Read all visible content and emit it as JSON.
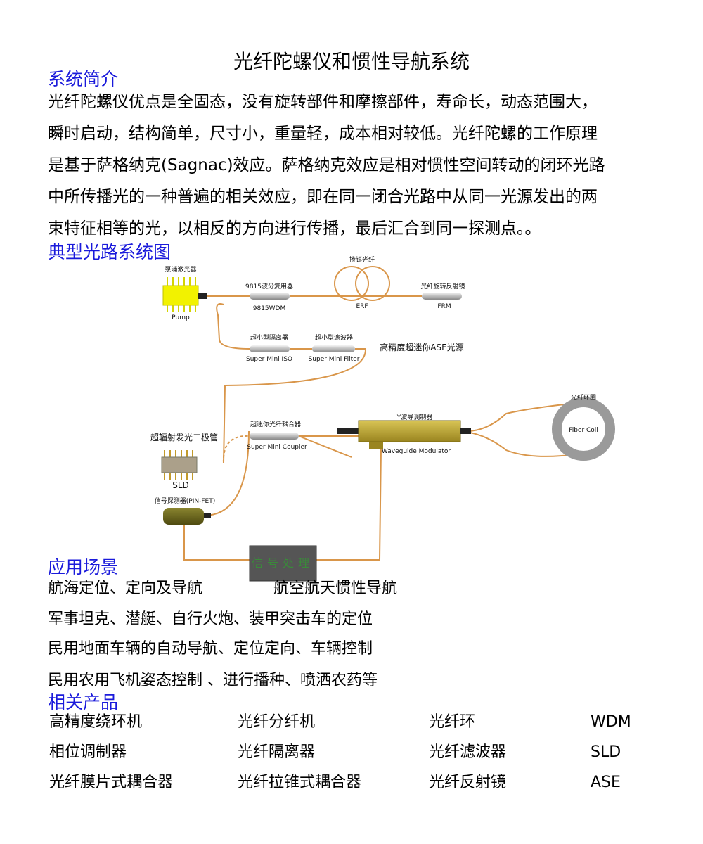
{
  "title": "光纤陀螺仪和惯性导航系统",
  "intro": {
    "heading": "系统简介",
    "lines": [
      "光纤陀螺仪优点是全固态，没有旋转部件和摩擦部件，寿命长，动态范围大，",
      "瞬时启动，结构简单，尺寸小，重量轻，成本相对较低。光纤陀螺的工作原理",
      "是基于萨格纳克(Sagnac)效应。萨格纳克效应是相对惯性空间转动的闭环光路",
      "中所传播光的一种普遍的相关效应，即在同一闭合光路中从同一光源发出的两",
      "束特征相等的光，以相反的方向进行传播，最后汇合到同一探测点。。"
    ]
  },
  "diagram": {
    "heading": "典型光路系统图",
    "pump_cn": "泵浦激光器",
    "pump_en": "Pump",
    "wdm_cn": "9815波分复用器",
    "wdm_en": "9815WDM",
    "erf_cn": "掺铒光纤",
    "erf_en": "ERF",
    "frm_cn": "光纤旋转反射镜",
    "frm_en": "FRM",
    "iso_cn": "超小型隔离器",
    "iso_en": "Super Mini ISO",
    "filter_cn": "超小型滤波器",
    "filter_en": "Super Mini Filter",
    "ase_label": "高精度超迷你ASE光源",
    "sld_cn": "超辐射发光二极管",
    "sld_en": "SLD",
    "coupler_cn": "超迷你光纤耦合器",
    "coupler_en": "Super Mini Coupler",
    "modulator_cn": "Y波导调制器",
    "modulator_en": "Waveguide Modulator",
    "coil_cn": "光纤环圈",
    "coil_en": "Fiber Coil",
    "detector_cn": "信号探测器(PIN-FET)",
    "processor_cn": "信号处理"
  },
  "applications": {
    "heading": "应用场景",
    "line1_a": "航海定位、定向及导航",
    "line1_b": "航空航天惯性导航",
    "line2": "军事坦克、潜艇、自行火炮、装甲突击车的定位",
    "line3": "民用地面车辆的自动导航、定位定向、车辆控制",
    "line4": "民用农用飞机姿态控制 、进行播种、喷洒农药等"
  },
  "products": {
    "heading": "相关产品",
    "rows": [
      [
        "高精度绕环机",
        "光纤分纤机",
        "光纤环",
        "WDM"
      ],
      [
        "相位调制器",
        "光纤隔离器",
        "光纤滤波器",
        "SLD"
      ],
      [
        "光纤膜片式耦合器",
        "光纤拉锥式耦合器",
        "光纤反射镜",
        "ASE"
      ]
    ]
  },
  "colors": {
    "heading_blue": "#1a1adb",
    "fiber_orange": "#d9964a",
    "pump_yellow": "#f2f200",
    "modulator_olive": "#b9a42a",
    "detector_olive": "#6e6a1a",
    "coil_gray": "#9a9a9a"
  }
}
